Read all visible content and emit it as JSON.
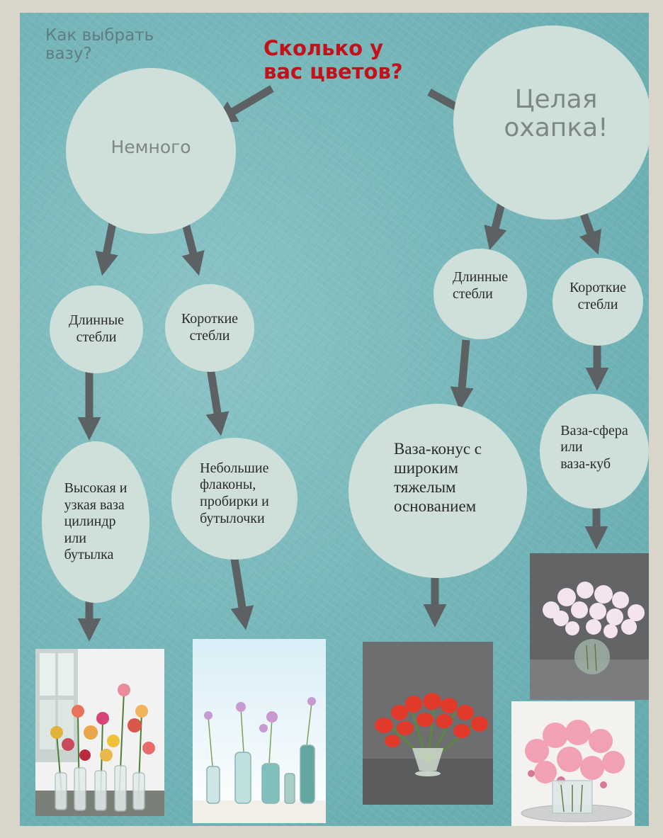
{
  "title_small": "Как выбрать\nвазу?",
  "title_main": "Сколько у\nвас цветов?",
  "few": {
    "label": "Немного",
    "long": {
      "label": "Длинные\nстебли",
      "result": "Высокая и\nузкая ваза\nцилиндр\nили\nбутылка"
    },
    "short": {
      "label": "Короткие\nстебли",
      "result": "Небольшие\nфлаконы,\nпробирки и\nбутылочки"
    }
  },
  "many": {
    "label": "Целая\nохапка!",
    "long": {
      "label": "Длинные\nстебли",
      "result": "Ваза-конус с\nшироким\n тяжелым\nоснованием"
    },
    "short": {
      "label": "Короткие\nстебли",
      "result": "Ваза-сфера\nили\nваза-куб"
    }
  },
  "colors": {
    "title_red": "#c4101a",
    "circle": "#cfe0da",
    "arrow": "#5c6163",
    "board": "#77b7ba"
  }
}
